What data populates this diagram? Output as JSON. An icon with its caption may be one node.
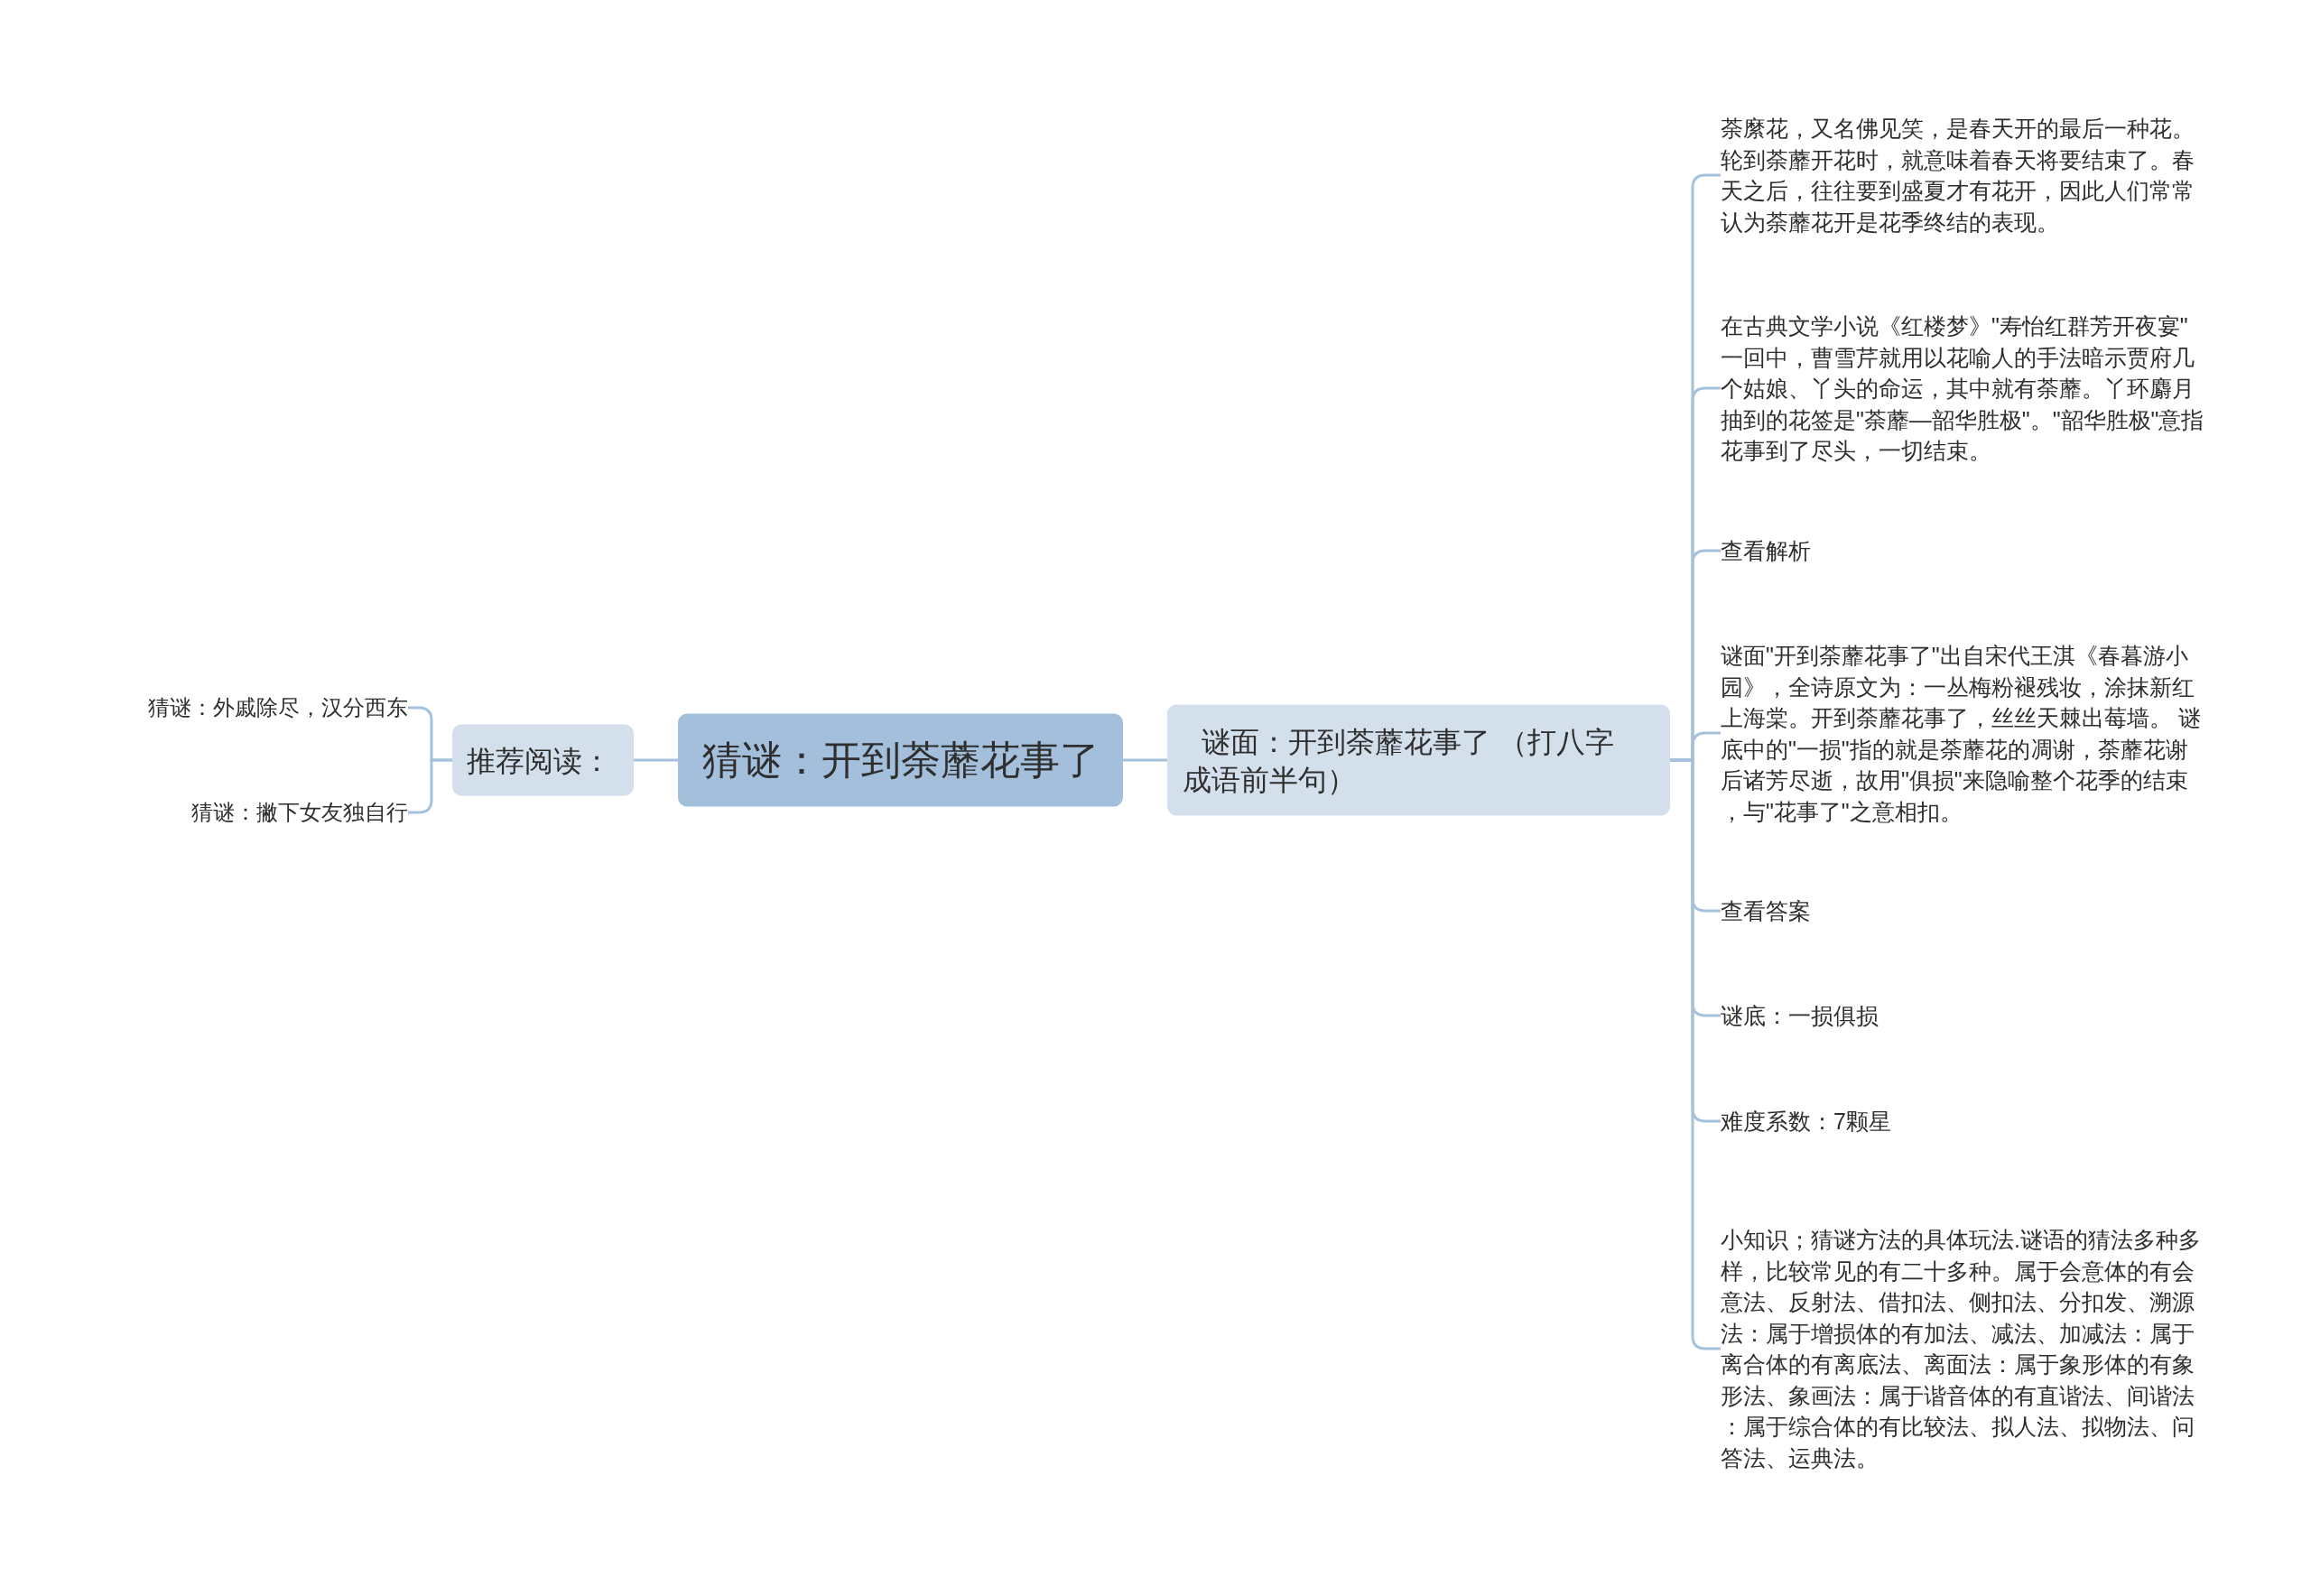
{
  "diagram": {
    "nodes": [
      {
        "text": [
          "猜谜：开到荼蘼花事了"
        ]
      },
      {
        "text": [
          "推荐阅读："
        ]
      },
      {
        "text": [
          "猜谜：外戚除尽，汉分西东"
        ]
      },
      {
        "text": [
          "猜谜：撇下女友独自行"
        ]
      },
      {
        "text": [
          "谜面：开到荼蘼花事了 （打八字成语前半句）"
        ]
      },
      {
        "text": [
          "荼縻花，又名佛见笑，是春天开的最后一种花。轮到荼蘼开花时，就意味着春天将要结束了。春天之后，往往要到盛夏才有花开，因此人们常常认为荼蘼花开是花季终结的表现。"
        ]
      },
      {
        "text": [
          "在古典文学小说《红楼梦》\"寿怡红群芳开夜宴\"一回中，曹雪芹就用以花喻人的手法暗示贾府几个姑娘、丫头的命运，其中就有荼蘼。丫环麝月抽到的花签是\"荼蘼—韶华胜极\"。\"韶华胜极\"意指花事到了尽头，一切结束。"
        ]
      },
      {
        "text": [
          "查看解析"
        ]
      },
      {
        "text": [
          "谜面\"开到荼蘼花事了\"出自宋代王淇《春暮游小园》，全诗原文为：一丛梅粉褪残妆，涂抹新红上海棠。开到荼蘼花事了，丝丝天棘出莓墙。 谜底中的\"一损\"指的就是荼蘼花的凋谢，荼蘼花谢后诸芳尽逝，故用\"俱损\"来隐喻整个花季的结束，与\"花事了\"之意相扣。"
        ]
      },
      {
        "text": [
          "查看答案"
        ]
      },
      {
        "text": [
          "谜底：一损俱损"
        ]
      },
      {
        "text": [
          "难度系数：7颗星"
        ]
      },
      {
        "text": [
          "小知识；猜谜方法的具体玩法.谜语的猜法多种多样，比较常见的有二十多种。属于会意体的有会意法、反射法、借扣法、侧扣法、分扣发、溯源法：属于增损体的有加法、减法、加减法：属于离合体的有离底法、离面法：属于象形体的有象形法、象画法：属于谐音体的有直谐法、间谐法：属于综合体的有比较法、拟人法、拟物法、问答法、运典法。"
        ]
      }
    ],
    "edges": [
      {
        "from": 0,
        "to": 1,
        "arrow": "none"
      },
      {
        "from": 1,
        "to": 2,
        "arrow": "none"
      },
      {
        "from": 1,
        "to": 3,
        "arrow": "none"
      },
      {
        "from": 0,
        "to": 4,
        "arrow": "none"
      },
      {
        "from": 4,
        "to": 5,
        "arrow": "none"
      },
      {
        "from": 4,
        "to": 6,
        "arrow": "none"
      },
      {
        "from": 4,
        "to": 7,
        "arrow": "none"
      },
      {
        "from": 4,
        "to": 8,
        "arrow": "none"
      },
      {
        "from": 4,
        "to": 9,
        "arrow": "none"
      },
      {
        "from": 4,
        "to": 10,
        "arrow": "none"
      },
      {
        "from": 4,
        "to": 11,
        "arrow": "none"
      },
      {
        "from": 4,
        "to": 12,
        "arrow": "none"
      }
    ]
  }
}
